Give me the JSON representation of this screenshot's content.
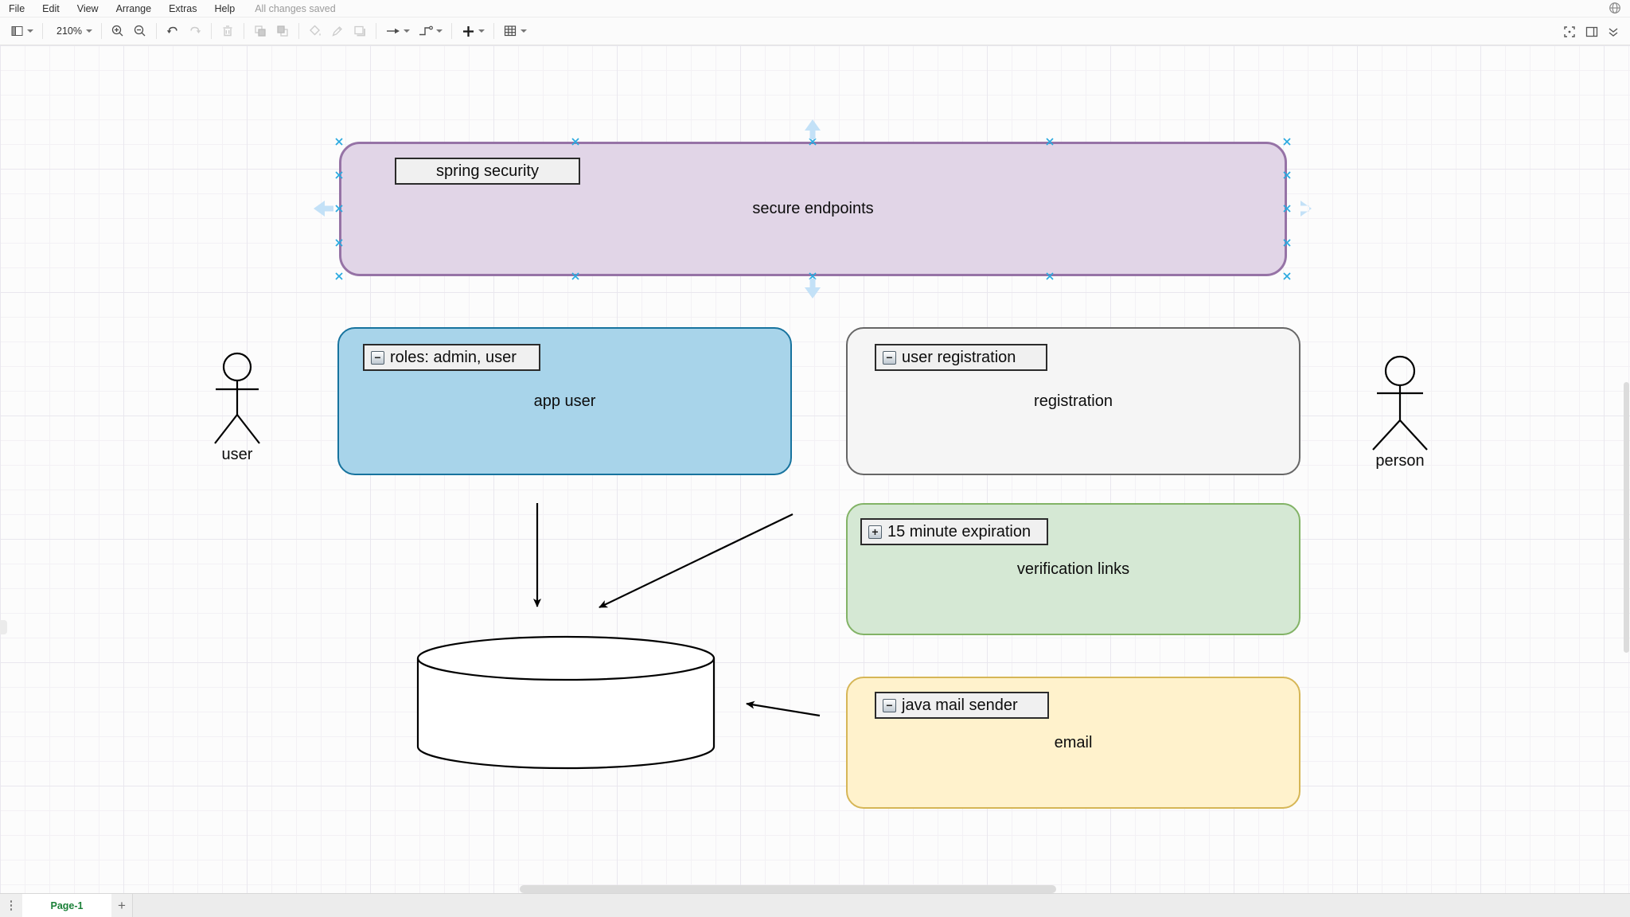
{
  "menubar": {
    "items": [
      "File",
      "Edit",
      "View",
      "Arrange",
      "Extras",
      "Help"
    ],
    "status": "All changes saved"
  },
  "toolbar": {
    "zoom_value": "210%",
    "icons": [
      "diagram-panel",
      "zoom-in",
      "zoom-out",
      "undo",
      "redo",
      "delete",
      "to-front",
      "to-back",
      "fill-color",
      "line-color",
      "shadow",
      "connection",
      "waypoints",
      "insert",
      "table"
    ],
    "right_icons": [
      "language-globe",
      "fullscreen",
      "format-panel",
      "collapse-expand"
    ]
  },
  "canvas": {
    "boxes": {
      "secure": {
        "header": "spring security",
        "body": "secure endpoints",
        "fill": "#E1D5E7",
        "stroke": "#9673A6",
        "selected": true
      },
      "appuser": {
        "header": "roles: admin, user",
        "collapse": "−",
        "body": "app user",
        "fill": "#A8D4EA",
        "stroke": "#17739E"
      },
      "registration": {
        "header": "user registration",
        "collapse": "−",
        "body": "registration",
        "fill": "#F5F5F5",
        "stroke": "#666666"
      },
      "verification": {
        "header": "15 minute expiration",
        "collapse": "+",
        "body": "verification links",
        "fill": "#D5E8D4",
        "stroke": "#82B366"
      },
      "email": {
        "header": "java mail sender",
        "collapse": "−",
        "body": "email",
        "fill": "#FFF2CC",
        "stroke": "#D6B656"
      }
    },
    "actors": {
      "left": {
        "label": "user"
      },
      "right": {
        "label": "person"
      }
    },
    "database": {
      "shape": "cylinder"
    },
    "edges": [
      "app-user-to-database",
      "registration-to-database",
      "email-to-database"
    ],
    "selection_color": "#29A9E0"
  },
  "footer": {
    "page_tab": "Page-1",
    "add_page": "+"
  }
}
